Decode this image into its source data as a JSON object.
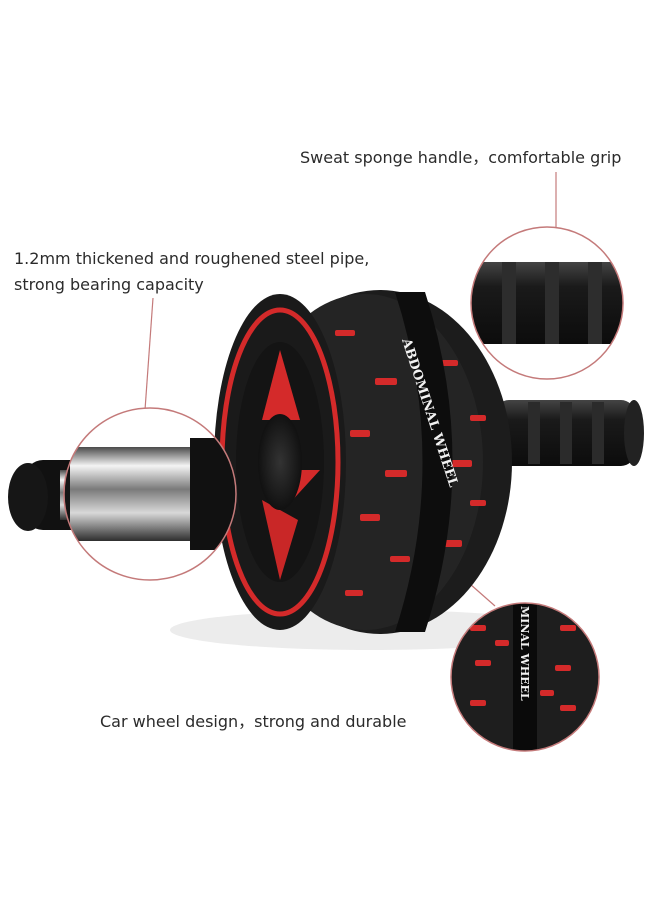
{
  "image": {
    "description_free": true
  },
  "product": {
    "wheel_text": "ABDOMINAL WHEEL",
    "zoom_wheel_text": "MINAL WHEEL"
  },
  "callouts": {
    "handle": "Sweat sponge handle，comfortable grip",
    "pipe_line1": "1.2mm thickened and roughened steel pipe,",
    "pipe_line2": "strong bearing capacity",
    "wheel": "Car wheel design，strong and durable"
  },
  "colors": {
    "accent": "#d42a2a",
    "leader": "#c47a7a",
    "wheel_body": "#1c1c1c"
  }
}
